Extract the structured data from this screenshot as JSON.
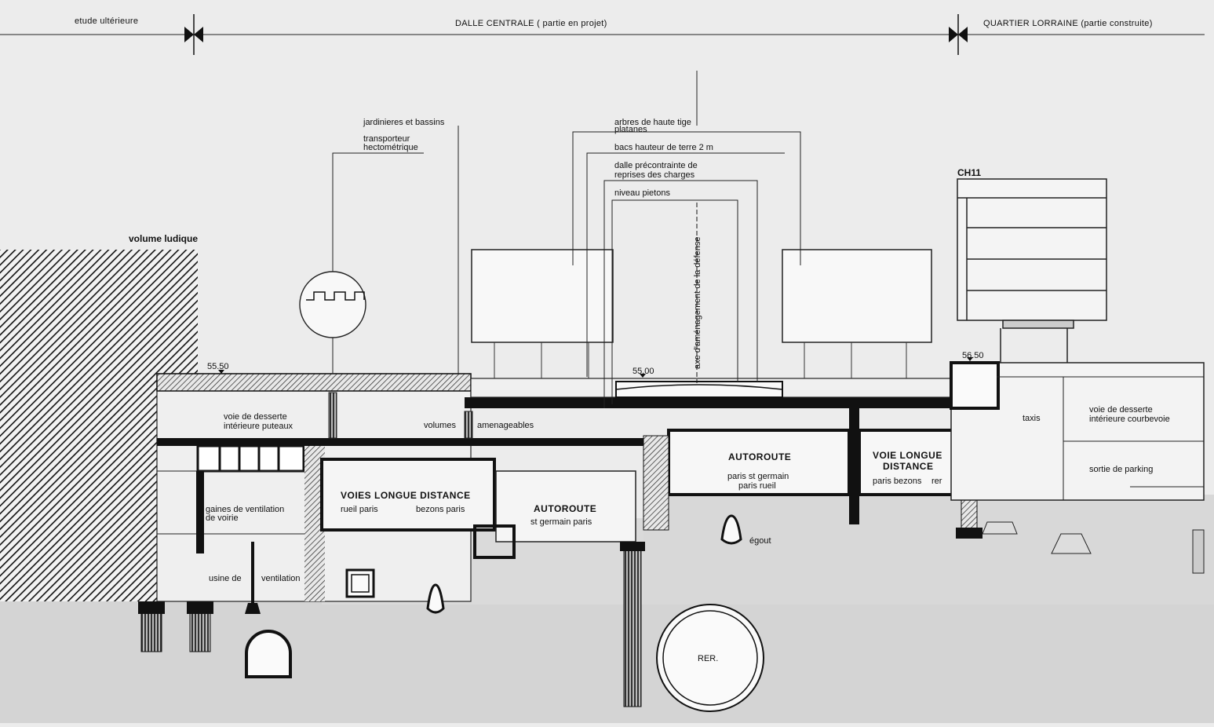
{
  "header": {
    "left": "etude ultérieure",
    "center": "DALLE CENTRALE  ( partie en projet)",
    "right": "QUARTIER  LORRAINE (partie construite)"
  },
  "labels": {
    "volume_ludique": "volume ludique",
    "jardinieres_l1": "jardinieres et bassins",
    "transporteur_l1": "transporteur",
    "transporteur_l2": "hectométrique",
    "arbres_l1": "arbres de haute tige",
    "arbres_l2": "platanes",
    "bacs": "bacs hauteur de terre  2 m",
    "dalle_l1": "dalle précontrainte de",
    "dalle_l2": "reprises des charges",
    "niveau": "niveau pietons",
    "ch11": "CH11",
    "axe": "axe d'aménagement de la défense",
    "level_left": "55.50",
    "level_mid": "55.00",
    "level_right": "56.50",
    "voie_puteaux_l1": "voie de desserte",
    "voie_puteaux_l2": "intérieure puteaux",
    "volumes": "volumes",
    "amenageables": "amenageables",
    "gaines_l1": "gaines de ventilation",
    "gaines_l2": "de voirie",
    "usine_l1": "usine de",
    "usine_l2": "ventilation",
    "voies_ld_title": "VOIES  LONGUE  DISTANCE",
    "voies_ld_left": "rueil paris",
    "voies_ld_right": "bezons paris",
    "autoroute1_title": "AUTOROUTE",
    "autoroute1_sub": "st germain paris",
    "autoroute2_title": "AUTOROUTE",
    "autoroute2_sub1": "paris st germain",
    "autoroute2_sub2": "paris rueil",
    "voie_ld_title1": "VOIE LONGUE",
    "voie_ld_title2": "DISTANCE",
    "voie_ld_sub": "paris bezons",
    "voie_ld_sub2": "rer",
    "taxis": "taxis",
    "voie_courbevoie_l1": "voie de desserte",
    "voie_courbevoie_l2": "intérieure courbevoie",
    "sortie": "sortie de parking",
    "egout": "égout",
    "rer": "RER."
  }
}
